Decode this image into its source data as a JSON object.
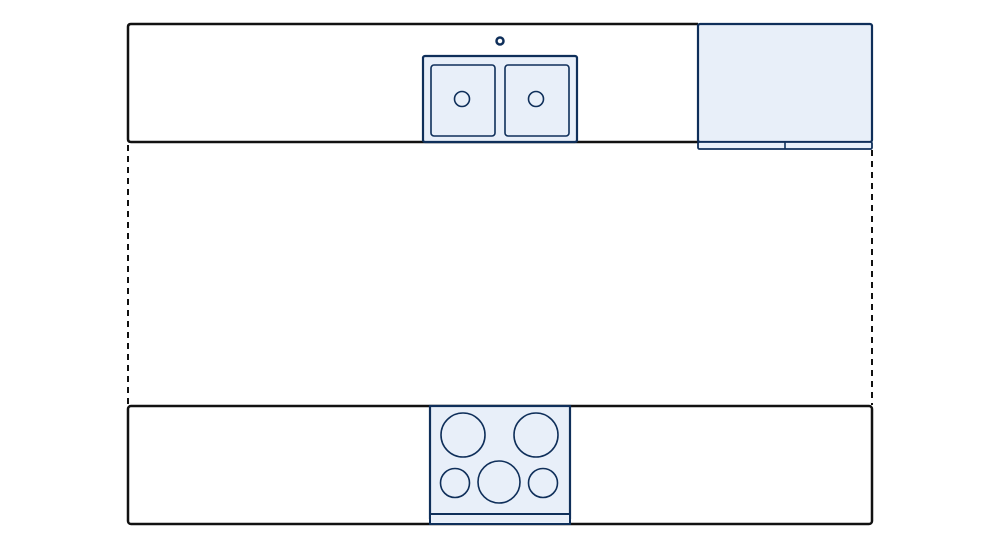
{
  "diagram": {
    "type": "galley-kitchen-floor-plan",
    "colors": {
      "background": "#ffffff",
      "counter_outline": "#111111",
      "appliance_outline": "#0f2f5a",
      "appliance_fill": "#e8eff9",
      "open_side": "#111111"
    },
    "elements": {
      "top_counter": {
        "kind": "countertop",
        "icon": "counter-outline"
      },
      "sink": {
        "kind": "double-basin-sink",
        "basins": 2,
        "faucet": true,
        "icon": "sink-icon"
      },
      "refrigerator": {
        "kind": "refrigerator",
        "icon": "fridge-icon"
      },
      "bottom_counter": {
        "kind": "countertop",
        "icon": "counter-outline"
      },
      "stove": {
        "kind": "cooktop-range",
        "burners": 5,
        "icon": "stove-icon"
      },
      "open_sides": {
        "kind": "open-wall",
        "style": "dashed",
        "count": 2
      }
    }
  }
}
